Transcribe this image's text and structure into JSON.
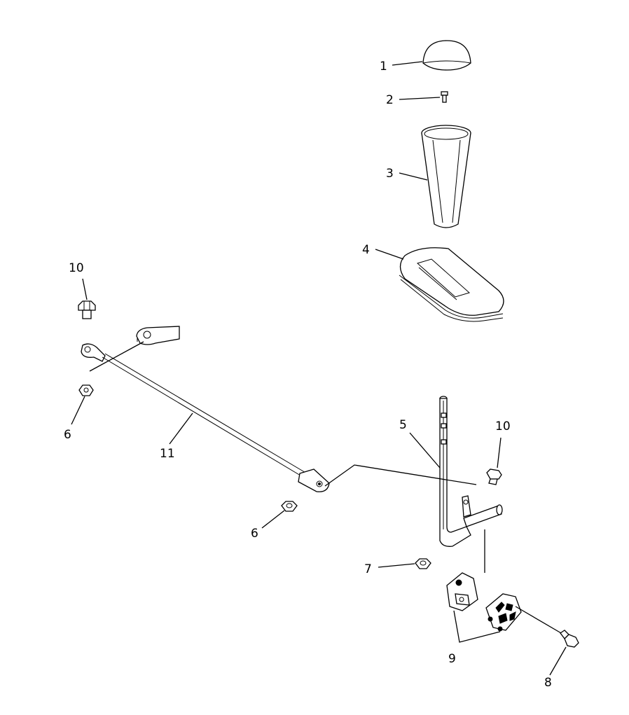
{
  "callouts": {
    "c1": "1",
    "c2": "2",
    "c3": "3",
    "c4": "4",
    "c5": "5",
    "c6a": "6",
    "c6b": "6",
    "c7": "7",
    "c8": "8",
    "c9": "9",
    "c10a": "10",
    "c10b": "10",
    "c11": "11"
  }
}
